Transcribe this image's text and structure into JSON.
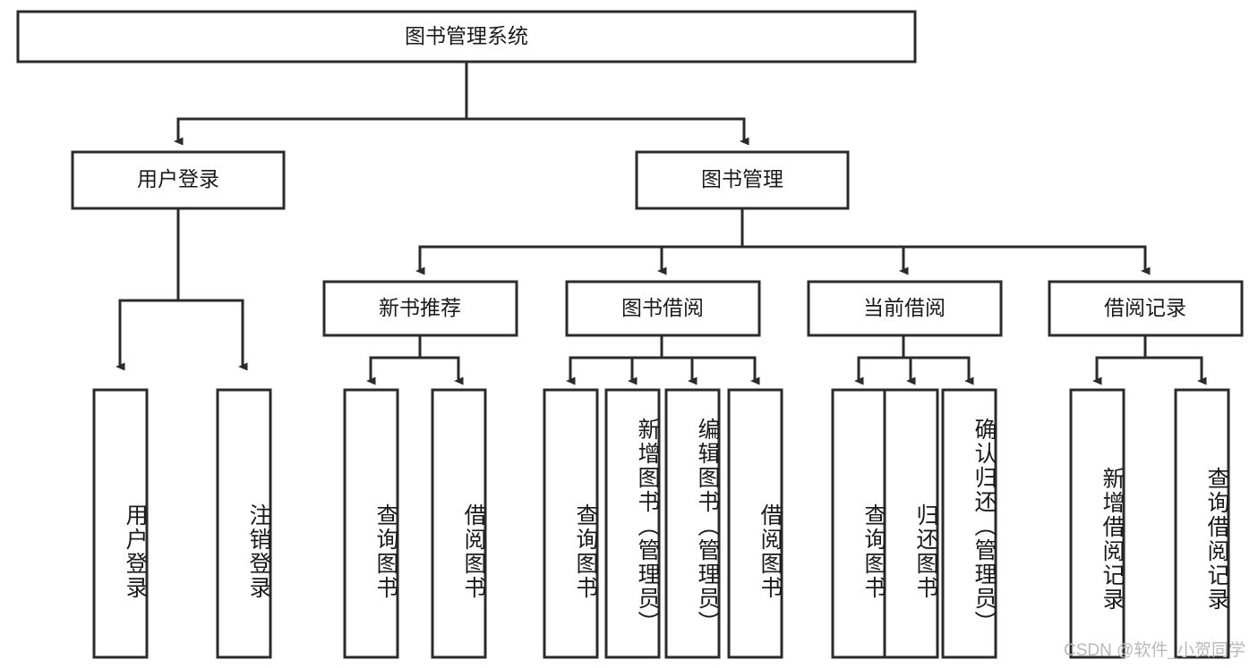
{
  "diagram": {
    "type": "tree-hierarchy",
    "title": "图书管理系统",
    "root": {
      "id": "root",
      "label": "图书管理系统",
      "orientation": "horizontal"
    },
    "level2": [
      {
        "id": "user-login",
        "label": "用户登录",
        "orientation": "horizontal"
      },
      {
        "id": "book-manage",
        "label": "图书管理",
        "orientation": "horizontal"
      }
    ],
    "level3": [
      {
        "id": "new-book-recommend",
        "label": "新书推荐",
        "orientation": "horizontal",
        "parent": "book-manage"
      },
      {
        "id": "book-borrow",
        "label": "图书借阅",
        "orientation": "horizontal",
        "parent": "book-manage"
      },
      {
        "id": "current-borrow",
        "label": "当前借阅",
        "orientation": "horizontal",
        "parent": "book-manage"
      },
      {
        "id": "borrow-record",
        "label": "借阅记录",
        "orientation": "horizontal",
        "parent": "book-manage"
      }
    ],
    "leaves": [
      {
        "id": "leaf-user-login",
        "label": "用户登录",
        "parent": "user-login"
      },
      {
        "id": "leaf-user-logout",
        "label": "注销登录",
        "parent": "user-login"
      },
      {
        "id": "leaf-query-book-1",
        "label": "查询图书",
        "parent": "new-book-recommend"
      },
      {
        "id": "leaf-borrow-book-1",
        "label": "借阅图书",
        "parent": "new-book-recommend"
      },
      {
        "id": "leaf-query-book-2",
        "label": "查询图书",
        "parent": "book-borrow"
      },
      {
        "id": "leaf-add-book",
        "label": "新增图书（管理员）",
        "parent": "book-borrow"
      },
      {
        "id": "leaf-edit-book",
        "label": "编辑图书（管理员）",
        "parent": "book-borrow"
      },
      {
        "id": "leaf-borrow-book-2",
        "label": "借阅图书",
        "parent": "book-borrow"
      },
      {
        "id": "leaf-query-book-3",
        "label": "查询图书",
        "parent": "current-borrow"
      },
      {
        "id": "leaf-return-book",
        "label": "归还图书",
        "parent": "current-borrow"
      },
      {
        "id": "leaf-confirm-return",
        "label": "确认归还（管理员）",
        "parent": "current-borrow"
      },
      {
        "id": "leaf-add-record",
        "label": "新增借阅记录",
        "parent": "borrow-record"
      },
      {
        "id": "leaf-query-record",
        "label": "查询借阅记录",
        "parent": "borrow-record"
      }
    ],
    "colors": {
      "stroke": "#2b2b2b",
      "fill": "#ffffff",
      "text": "#1a1a1a",
      "watermark": "#b8b8b8"
    }
  },
  "watermark": {
    "text": "CSDN @软件_小贺同学"
  }
}
